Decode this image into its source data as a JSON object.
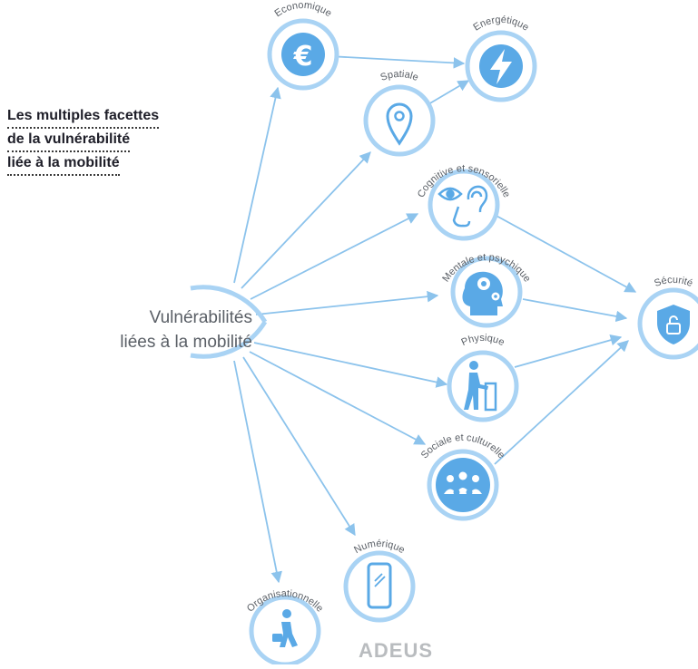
{
  "title": {
    "lines": [
      "Les multiples facettes",
      "de la vulnérabilité",
      "liée à la mobilité"
    ]
  },
  "center": {
    "lines": [
      "Vulnérabilités",
      "liées à la mobilité"
    ]
  },
  "nodes": {
    "economique": "Economique",
    "energetique": "Energétique",
    "spatiale": "Spatiale",
    "cognitive": "Cognitive et sensorielle",
    "mentale": "Mentale et psychique",
    "securite": "Sécurité",
    "physique": "Physique",
    "sociale": "Sociale et culturelle",
    "numerique": "Numérique",
    "organisationnelle": "Organisationnelle"
  },
  "logo": "ADEUS",
  "colors": {
    "accent": "#5aa9e6",
    "ring": "#a9d3f4",
    "line": "#8cc3ec",
    "text": "#5a5f66"
  }
}
